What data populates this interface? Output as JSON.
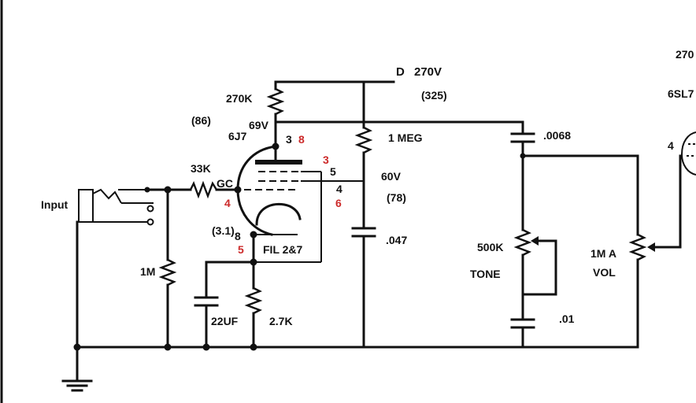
{
  "labels": {
    "supply_node": "D",
    "supply_voltage": "270V",
    "supply_voltage_alt": "(325)",
    "next_stage_voltage": "270",
    "next_tube": "6SL7",
    "next_pin": "4",
    "tube": "6J7",
    "tube_unlabeled_value": "(86)",
    "plate_resistor": "270K",
    "plate_voltage": "69V",
    "plate_pin": "3",
    "plate_pin_alt": "8",
    "screen_resistor": "1 MEG",
    "screen_voltage": "60V",
    "screen_voltage_alt": "(78)",
    "screen_pin": "5",
    "screen_pin_alt": "3",
    "suppressor_pin": "4",
    "suppressor_pin_alt": "6",
    "grid_label": "GC",
    "grid_pin_alt": "4",
    "grid_resistor": "33K",
    "cathode_voltage": "(3.1)",
    "cathode_pin": "8",
    "cathode_pin_alt": "5",
    "filament": "FIL 2&7",
    "input_label": "Input",
    "grid_leak": "1M",
    "bypass_cap": "22UF",
    "cathode_resistor": "2.7K",
    "screen_cap": ".047",
    "coupling_cap": ".0068",
    "tone_pot": "500K",
    "tone_label": "TONE",
    "tone_cap": ".01",
    "volume_pot": "1M A",
    "volume_label": "VOL"
  }
}
